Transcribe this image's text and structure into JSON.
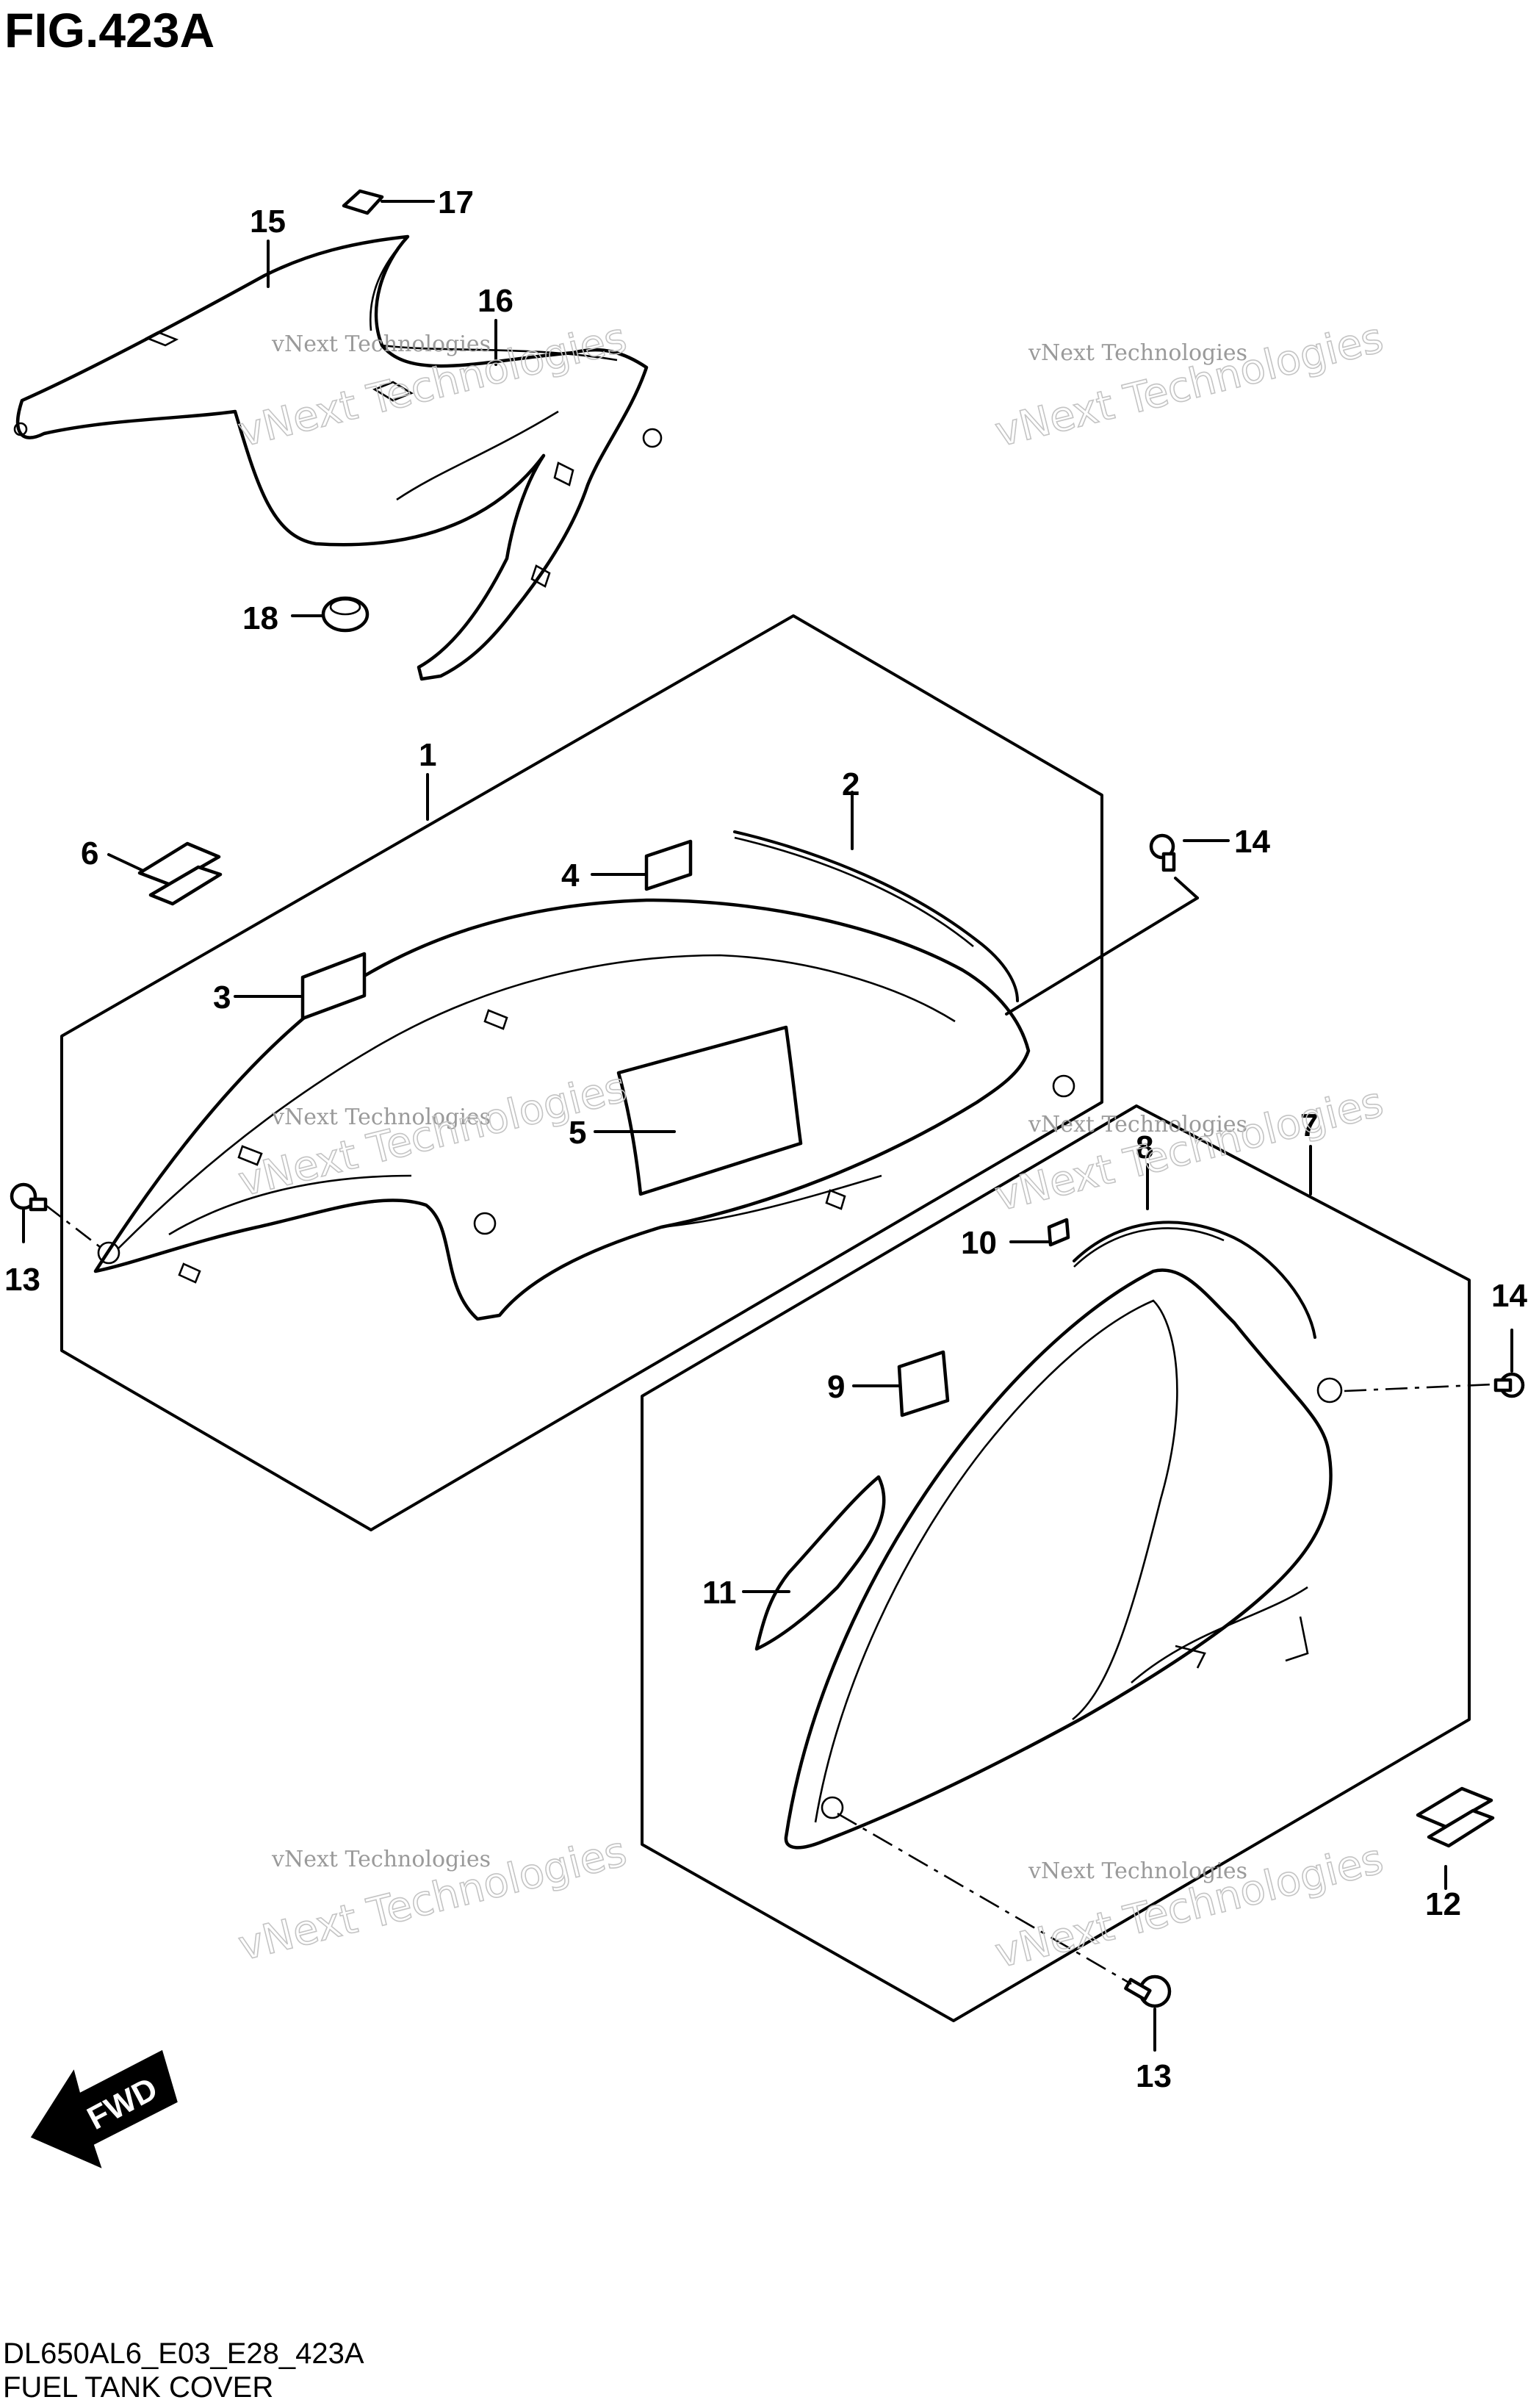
{
  "figure": {
    "title": "FIG.423A",
    "code": "DL650AL6_E03_E28_423A",
    "name": "FUEL TANK COVER"
  },
  "callouts": [
    "1",
    "2",
    "3",
    "4",
    "5",
    "6",
    "7",
    "8",
    "9",
    "10",
    "11",
    "12",
    "13",
    "14",
    "15",
    "16",
    "17",
    "18"
  ],
  "watermark": {
    "line1": "vNext Technologies",
    "line2": "vNext Technologies"
  },
  "direction_arrow": "FWD",
  "colors": {
    "ink": "#000000",
    "paper": "#ffffff",
    "watermark": "#c4c4c4"
  }
}
